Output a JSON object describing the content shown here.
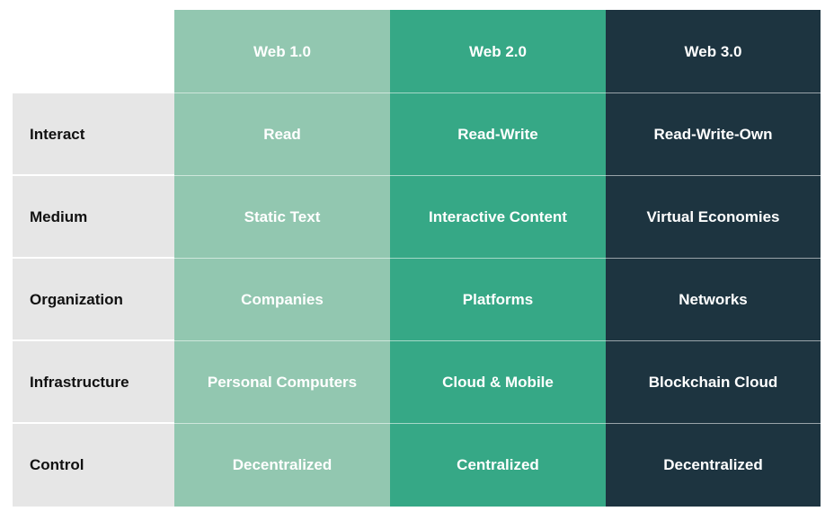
{
  "headers": [
    "Web 1.0",
    "Web 2.0",
    "Web 3.0"
  ],
  "rows": [
    {
      "label": "Interact",
      "values": [
        "Read",
        "Read-Write",
        "Read-Write-Own"
      ]
    },
    {
      "label": "Medium",
      "values": [
        "Static Text",
        "Interactive Content",
        "Virtual Economies"
      ]
    },
    {
      "label": "Organization",
      "values": [
        "Companies",
        "Platforms",
        "Networks"
      ]
    },
    {
      "label": "Infrastructure",
      "values": [
        "Personal Computers",
        "Cloud & Mobile",
        "Blockchain Cloud"
      ]
    },
    {
      "label": "Control",
      "values": [
        "Decentralized",
        "Centralized",
        "Decentralized"
      ]
    }
  ],
  "colors": {
    "web1": "#92c7b0",
    "web2": "#36a886",
    "web3": "#1d3440",
    "label_bg": "#e6e6e6"
  }
}
